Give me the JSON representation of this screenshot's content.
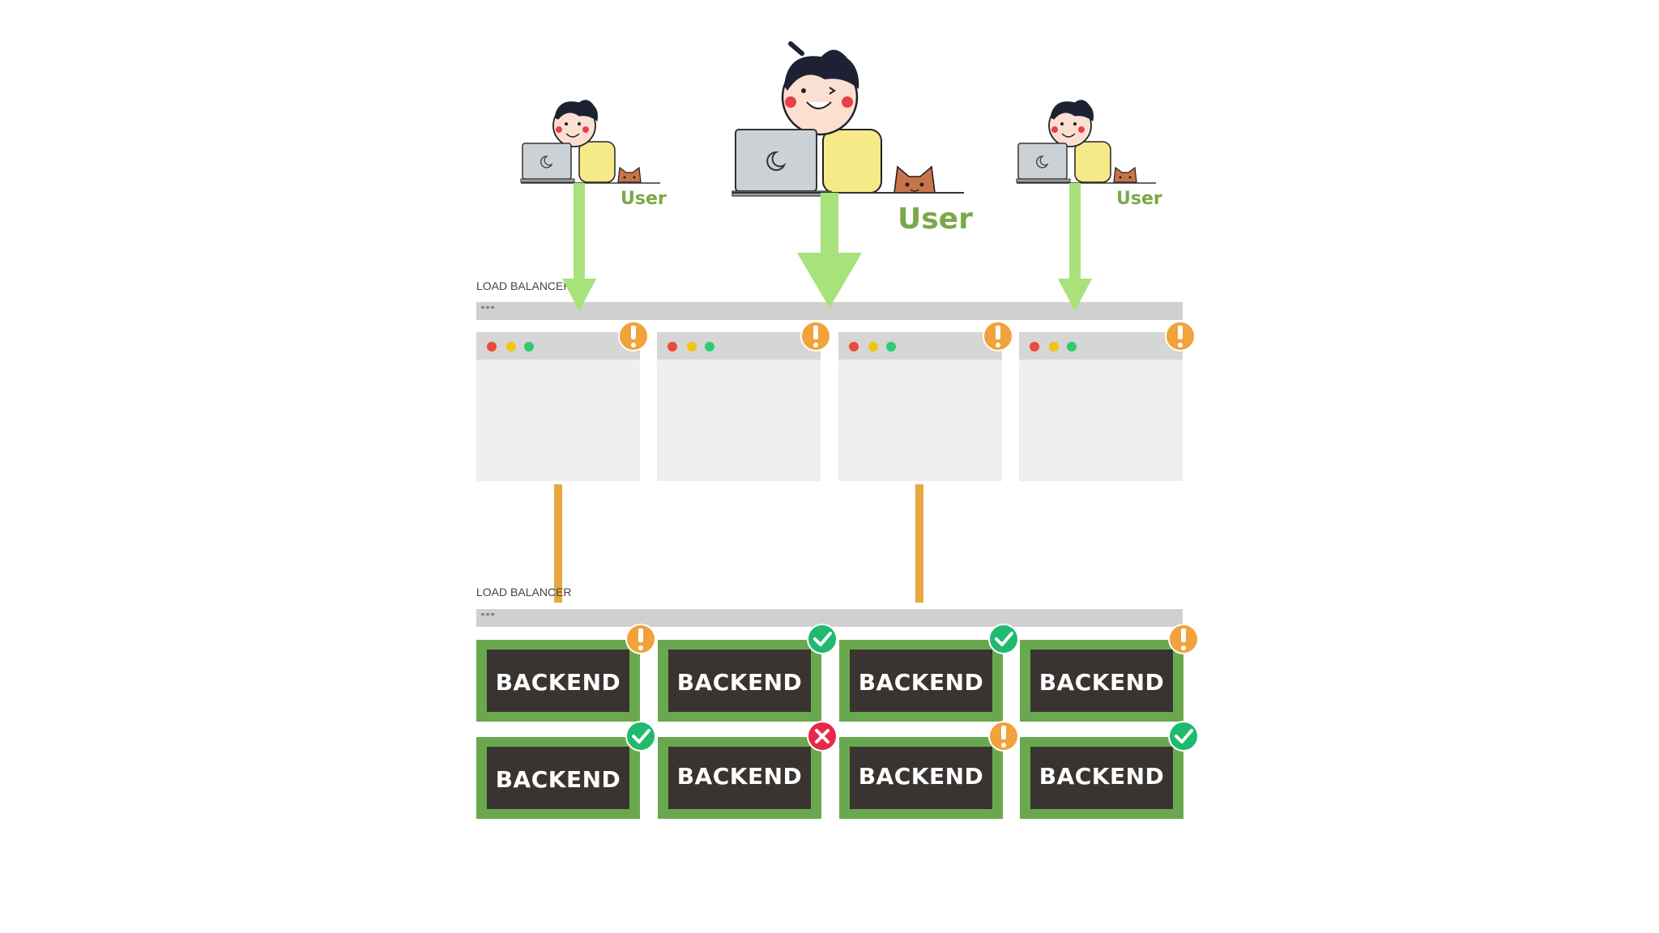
{
  "users": [
    {
      "label": "User",
      "size": "small"
    },
    {
      "label": "User",
      "size": "large"
    },
    {
      "label": "User",
      "size": "small"
    }
  ],
  "load_balancers": [
    {
      "label": "LOAD BALANCER"
    },
    {
      "label": "LOAD BALANCER"
    }
  ],
  "frontends": [
    {
      "status": "warning"
    },
    {
      "status": "warning"
    },
    {
      "status": "warning"
    },
    {
      "status": "warning"
    }
  ],
  "backends": [
    {
      "label": "BACKEND",
      "status": "warning"
    },
    {
      "label": "BACKEND",
      "status": "ok"
    },
    {
      "label": "BACKEND",
      "status": "ok"
    },
    {
      "label": "BACKEND",
      "status": "warning"
    },
    {
      "label": "BACKEND",
      "status": "ok"
    },
    {
      "label": "BACKEND",
      "status": "error"
    },
    {
      "label": "BACKEND",
      "status": "warning"
    },
    {
      "label": "BACKEND",
      "status": "ok"
    }
  ],
  "colors": {
    "arrow_green": "#a8e27a",
    "connector_orange": "#e8a83e",
    "warning": "#f2a23a",
    "ok": "#1fba6e",
    "error": "#e8274b",
    "backend_border": "#6aa84f",
    "backend_fill": "#3a3431",
    "bar_gray": "#d0d0d0",
    "window_body": "#efefef",
    "window_header": "#d6d6d6"
  },
  "icons": {
    "warning": "exclamation-icon",
    "ok": "checkmark-icon",
    "error": "x-icon"
  }
}
